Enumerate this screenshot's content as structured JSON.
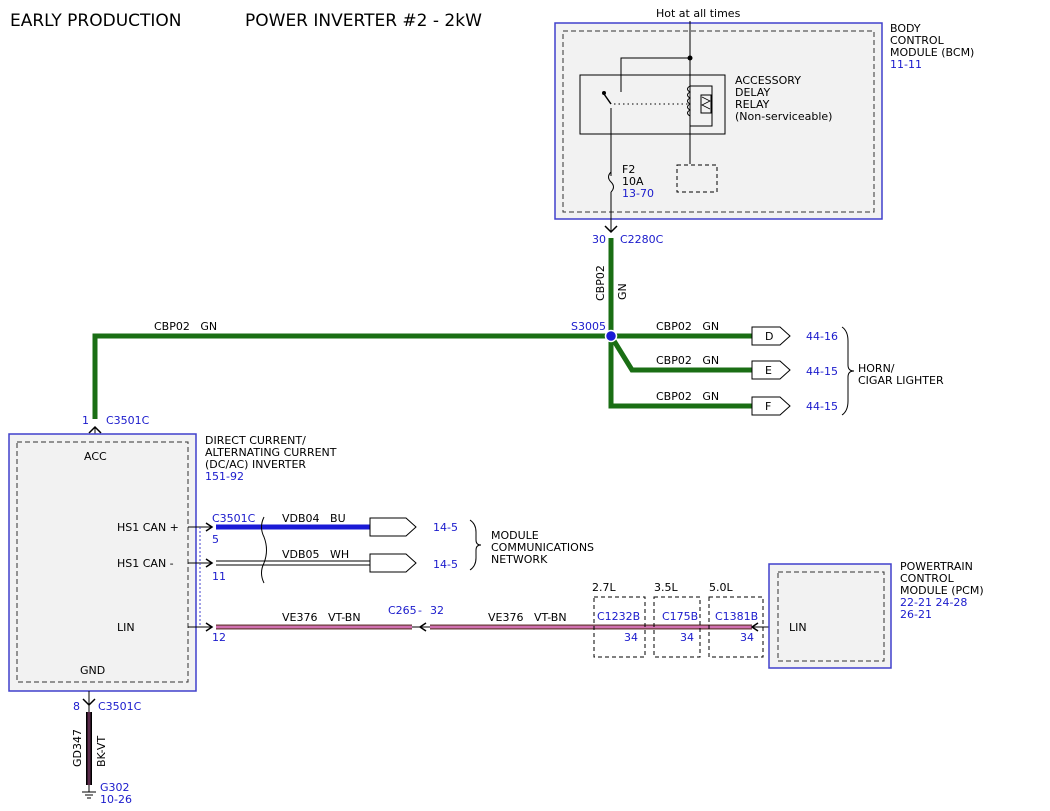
{
  "header": {
    "left_title": "EARLY PRODUCTION",
    "main_title": "POWER INVERTER #2 - 2kW"
  },
  "bcm": {
    "hot_label": "Hot at all times",
    "name_lines": [
      "BODY",
      "CONTROL",
      "MODULE (BCM)"
    ],
    "ref": "11-11",
    "relay_lines": [
      "ACCESSORY",
      "DELAY",
      "RELAY",
      "(Non-serviceable)"
    ],
    "fuse_name": "F2",
    "fuse_rating": "10A",
    "fuse_ref": "13-70",
    "pin": "30",
    "connector": "C2280C"
  },
  "wires": {
    "gn_vertical_circuit": "CBP02",
    "gn_vertical_color": "GN",
    "gn_main_label": "CBP02   GN",
    "splice": "S3005",
    "branches": [
      {
        "label": "CBP02   GN",
        "connector": "D",
        "ref": "44-16"
      },
      {
        "label": "CBP02   GN",
        "connector": "E",
        "ref": "44-15"
      },
      {
        "label": "CBP02   GN",
        "connector": "F",
        "ref": "44-15"
      }
    ],
    "horn_lines": [
      "HORN/",
      "CIGAR LIGHTER"
    ]
  },
  "inverter": {
    "top_pin": "1",
    "top_connector": "C3501C",
    "name_lines": [
      "DIRECT CURRENT/",
      "ALTERNATING CURRENT",
      "(DC/AC) INVERTER"
    ],
    "ref": "151-92",
    "acc": "ACC",
    "hs1_can_plus": "HS1 CAN +",
    "hs1_can_minus": "HS1 CAN -",
    "lin": "LIN",
    "gnd": "GND",
    "can_connector": "C3501C",
    "can_plus_pin": "5",
    "can_minus_pin": "11",
    "lin_pin": "12",
    "gnd_pin": "8",
    "gnd_connector": "C3501C"
  },
  "can": {
    "plus_label": "VDB04   BU",
    "minus_label": "VDB05   WH",
    "plus_ref": "14-5",
    "minus_ref": "14-5",
    "network_lines": [
      "MODULE",
      "COMMUNICATIONS",
      "NETWORK"
    ]
  },
  "lin": {
    "left_label": "VE376   VT-BN",
    "right_label": "VE376   VT-BN",
    "inline_connector": "C265",
    "inline_dash": "-",
    "inline_pin": "32",
    "engines": [
      {
        "engine": "2.7L",
        "connector": "C1232B",
        "pin": "34"
      },
      {
        "engine": "3.5L",
        "connector": "C175B",
        "pin": "34"
      },
      {
        "engine": "5.0L",
        "connector": "C1381B",
        "pin": "34"
      }
    ]
  },
  "pcm": {
    "name_lines": [
      "POWERTRAIN",
      "CONTROL",
      "MODULE (PCM)"
    ],
    "ref_lines": [
      "22-21 24-28",
      "26-21"
    ],
    "lin": "LIN"
  },
  "ground": {
    "circuit": "GD347",
    "color": "BK-VT",
    "point": "G302",
    "ref": "10-26"
  },
  "colors": {
    "green_wire": "#1a6e14",
    "blue_wire": "#1a1ad6",
    "violet_brown_wire": "#b04a8a",
    "ref_text": "#1a1acc",
    "module_fill": "#f2f2f2",
    "module_border": "#4040cc"
  }
}
